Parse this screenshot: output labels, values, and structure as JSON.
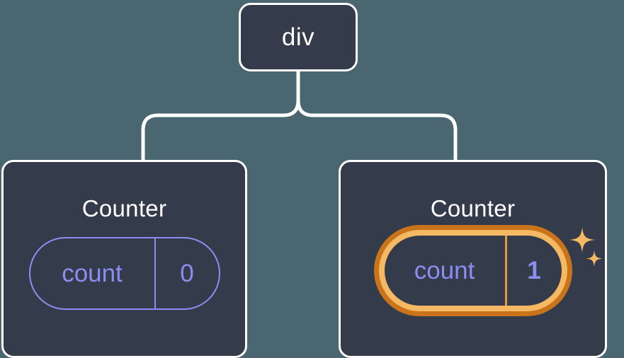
{
  "diagram": {
    "type": "component-tree",
    "background_color": "#4a6671",
    "node_fill_color": "#343b4a",
    "node_border_color": "#ffffff",
    "connector_color": "#ffffff",
    "accent_color": "#8b8ef0",
    "highlight_outer_color": "#c9741a",
    "highlight_inner_color": "#f5b963",
    "root": {
      "label": "div"
    },
    "children": [
      {
        "title": "Counter",
        "state": {
          "key": "count",
          "value": "0"
        },
        "highlighted": false
      },
      {
        "title": "Counter",
        "state": {
          "key": "count",
          "value": "1"
        },
        "highlighted": true,
        "sparkle_large": "sparkle-icon",
        "sparkle_small": "sparkle-icon"
      }
    ]
  }
}
